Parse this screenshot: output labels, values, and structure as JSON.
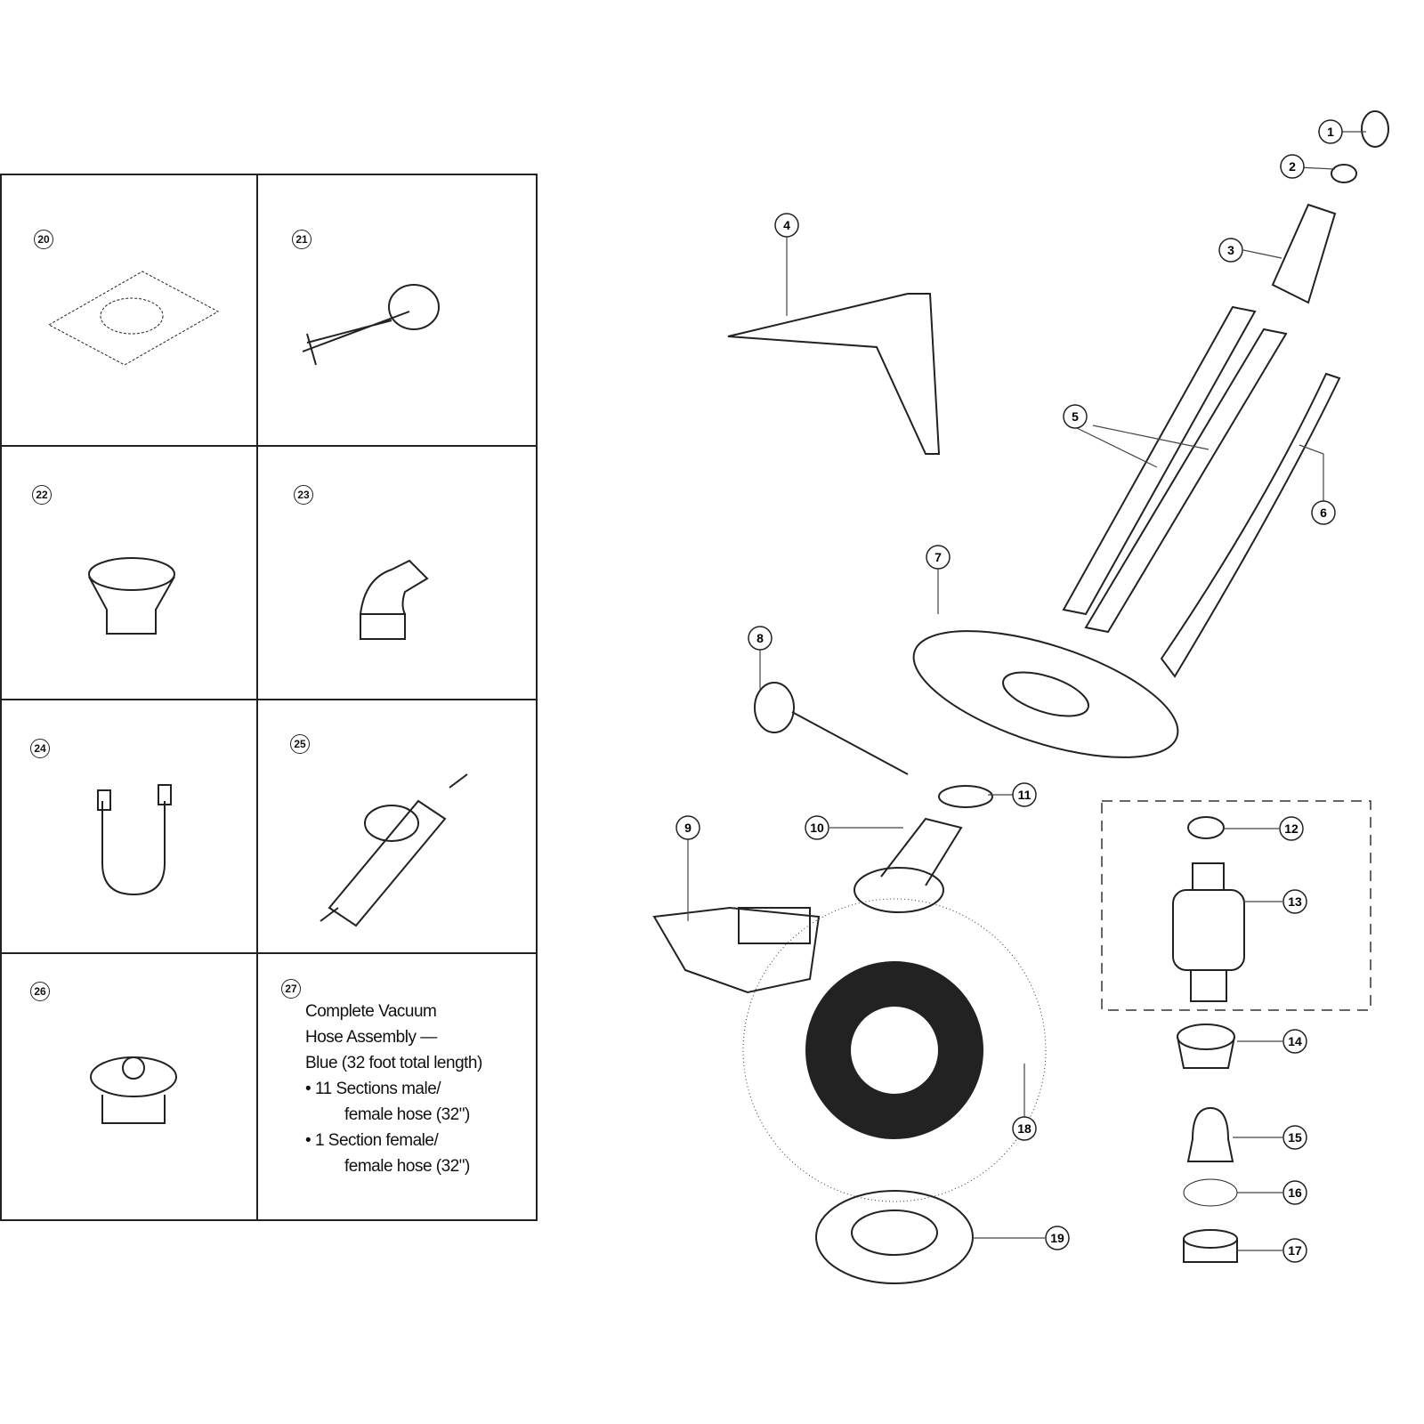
{
  "grid_labels": [
    "20",
    "21",
    "22",
    "23",
    "24",
    "25",
    "26",
    "27"
  ],
  "part27": {
    "lines": [
      "Complete Vacuum",
      "Hose Assembly —",
      "Blue (32 foot total length)"
    ],
    "bullets": [
      {
        "line1": "11 Sections male/",
        "line2": "female hose (32\")"
      },
      {
        "line1": "1 Section female/",
        "line2": "female hose (32\")"
      }
    ]
  },
  "callouts": [
    "1",
    "2",
    "3",
    "4",
    "5",
    "6",
    "7",
    "8",
    "9",
    "10",
    "11",
    "12",
    "13",
    "14",
    "15",
    "16",
    "17",
    "18",
    "19"
  ]
}
